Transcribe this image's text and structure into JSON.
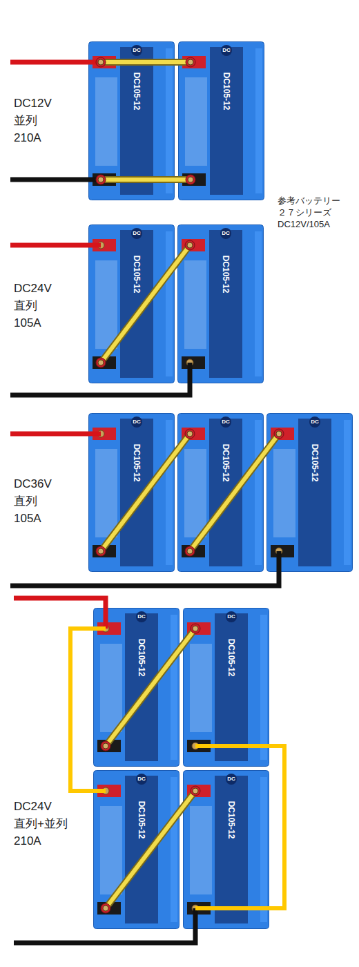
{
  "diagram": {
    "nodes": [
      {
        "text": [
          "DC",
          "DC105-12"
        ]
      },
      {
        "text": [
          "DC",
          "DC105-12"
        ]
      },
      {
        "text": [
          "DC",
          "DC105-12"
        ]
      },
      {
        "text": [
          "DC",
          "DC105-12"
        ]
      },
      {
        "text": [
          "DC",
          "DC105-12"
        ]
      },
      {
        "text": [
          "DC",
          "DC105-12"
        ]
      },
      {
        "text": [
          "DC",
          "DC105-12"
        ]
      },
      {
        "text": [
          "DC",
          "DC105-12"
        ]
      },
      {
        "text": [
          "DC",
          "DC105-12"
        ]
      },
      {
        "text": [
          "DC",
          "DC105-12"
        ]
      },
      {
        "text": [
          "DC",
          "DC105-12"
        ]
      }
    ],
    "edges": [
      {
        "from": 0,
        "to": 1,
        "arrow": "none"
      },
      {
        "from": 0,
        "to": 1,
        "arrow": "none"
      },
      {
        "from": 2,
        "to": 3,
        "arrow": "none"
      },
      {
        "from": 4,
        "to": 5,
        "arrow": "none"
      },
      {
        "from": 5,
        "to": 6,
        "arrow": "none"
      },
      {
        "from": 7,
        "to": 8,
        "arrow": "none"
      },
      {
        "from": 9,
        "to": 10,
        "arrow": "none"
      },
      {
        "from": 7,
        "to": 9,
        "arrow": "none"
      },
      {
        "from": 8,
        "to": 10,
        "arrow": "none"
      }
    ],
    "labels": [
      "DC12V 並列 210A",
      "参考バッテリー ２７シリーズ DC12V/105A",
      "DC24V 直列 105A",
      "DC36V 直列 105A",
      "DC24V 直列+並列 210A"
    ]
  }
}
